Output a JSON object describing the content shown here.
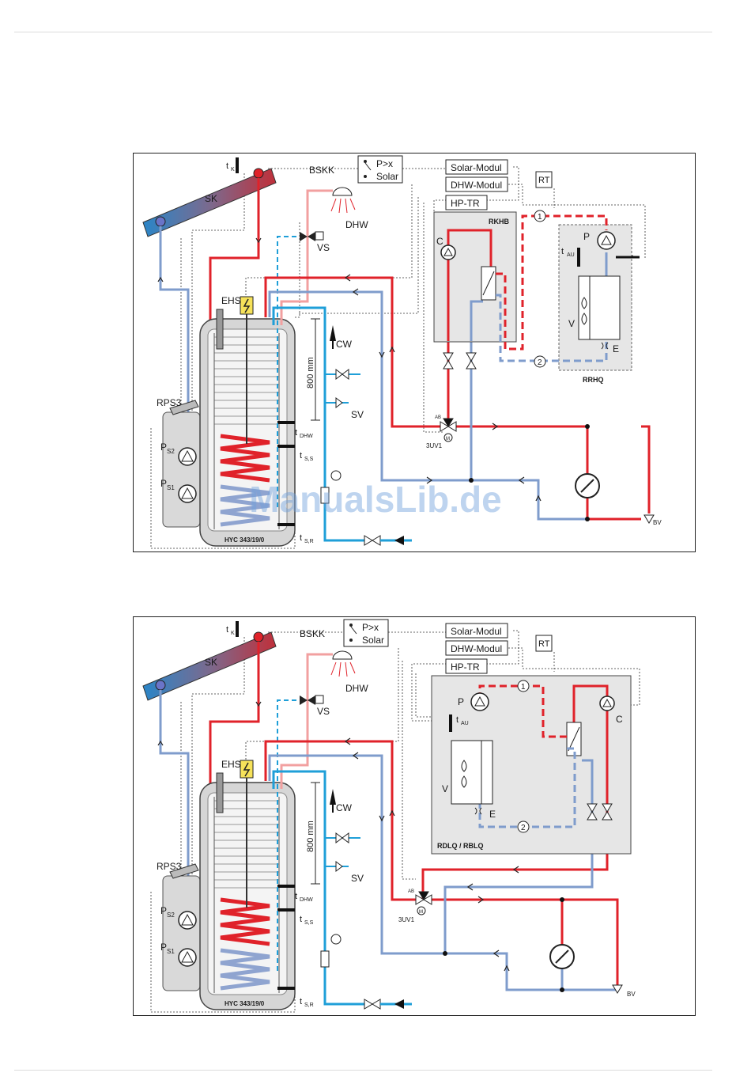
{
  "watermark": "ManualsLib.de",
  "diagrams": [
    {
      "labels": {
        "collector": "SK",
        "collector_sensor": "t",
        "collector_sensor_sub": "K",
        "bskk": "BSKK",
        "pressure_switch": "P>x",
        "pressure_switch_2": "Solar",
        "solar_module": "Solar-Modul",
        "dhw_module": "DHW-Modul",
        "hp_tr": "HP-TR",
        "rt": "RT",
        "dhw": "DHW",
        "vs": "VS",
        "ehs": "EHS",
        "cw": "CW",
        "height": "800 mm",
        "sv": "SV",
        "rps3": "RPS3",
        "ps2": "P",
        "ps2_sub": "S2",
        "ps1": "P",
        "ps1_sub": "S1",
        "t_dhw": "t",
        "t_dhw_sub": "DHW",
        "t_ss": "t",
        "t_ss_sub": "S,S",
        "t_sr": "t",
        "t_sr_sub": "S,R",
        "tank": "HYC 343/19/0",
        "valve_ab": "AB",
        "valve_m": "M",
        "valve_3uv1": "3UV1",
        "bv": "BV",
        "unit_indoor": "RKHB",
        "unit_outdoor": "RRHQ",
        "compressor": "C",
        "pump": "P",
        "t_au": "t",
        "t_au_sub": "AU",
        "fan": "V",
        "expansion": "E",
        "marker1": "1",
        "marker2": "2"
      }
    },
    {
      "labels": {
        "collector": "SK",
        "collector_sensor": "t",
        "collector_sensor_sub": "K",
        "bskk": "BSKK",
        "pressure_switch": "P>x",
        "pressure_switch_2": "Solar",
        "solar_module": "Solar-Modul",
        "dhw_module": "DHW-Modul",
        "hp_tr": "HP-TR",
        "rt": "RT",
        "dhw": "DHW",
        "vs": "VS",
        "ehs": "EHS",
        "cw": "CW",
        "height": "800 mm",
        "sv": "SV",
        "rps3": "RPS3",
        "ps2": "P",
        "ps2_sub": "S2",
        "ps1": "P",
        "ps1_sub": "S1",
        "t_dhw": "t",
        "t_dhw_sub": "DHW",
        "t_ss": "t",
        "t_ss_sub": "S,S",
        "t_sr": "t",
        "t_sr_sub": "S,R",
        "tank": "HYC 343/19/0",
        "valve_ab": "AB",
        "valve_m": "M",
        "valve_3uv1": "3UV1",
        "bv": "BV",
        "unit_combined": "RDLQ / RBLQ",
        "compressor": "C",
        "pump": "P",
        "t_au": "t",
        "t_au_sub": "AU",
        "fan": "V",
        "expansion": "E",
        "marker1": "1",
        "marker2": "2"
      }
    }
  ],
  "colors": {
    "hot": "#e0222a",
    "return": "#7f9ccc",
    "cold": "#1f9fd8",
    "dhw_pipe": "#f2a0a0",
    "tank_fill": "#d6d6d6",
    "unit_fill": "#e6e6e6"
  }
}
